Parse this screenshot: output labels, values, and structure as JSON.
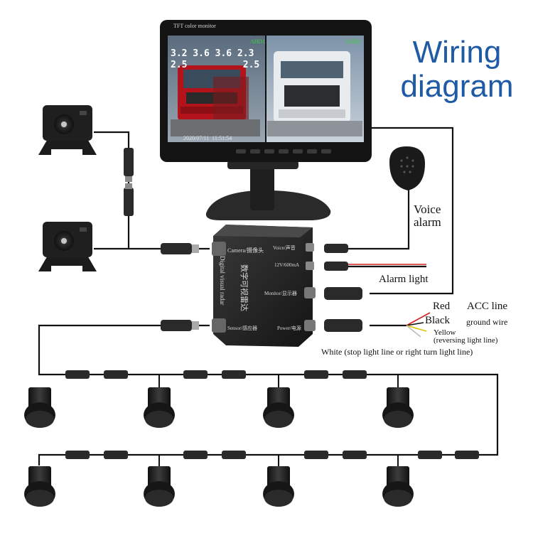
{
  "title_lines": [
    "Wiring",
    "diagram"
  ],
  "monitor": {
    "header": "TFT color monitor",
    "left_view_label": "AHD1",
    "right_view_label": "AHD2",
    "distance_row1": "3.2 3.6 3.6 2.3",
    "distance_row2": "2.5          2.5",
    "timestamp": "2020/07/11  11:51:54"
  },
  "radar_box": {
    "brand_cn": "数字可视雷达",
    "brand_en": "Digital visual radar",
    "camera_port": "Camera/摄像头",
    "voice_port": "Voice/声音",
    "power_spec": "12V/600mA",
    "monitor_port": "Monitor/显示器",
    "sensor_port": "Sensor/感应器",
    "power_port": "Power/电源"
  },
  "labels": {
    "voice_alarm_line1": "Voice",
    "voice_alarm_line2": "alarm",
    "alarm_light": "Alarm light",
    "red": "Red",
    "acc_line": "ACC line",
    "black": "Black",
    "ground_wire": "ground wire",
    "yellow": "Yellow",
    "reversing_light_line": "(reversing light line)",
    "white_line": "White (stop light line or right turn light line)"
  },
  "colors": {
    "title": "#1f5aa6",
    "wire": "#111111",
    "device": "#1c1c1c",
    "red_wire": "#d42020",
    "yellow_wire": "#e0c000"
  }
}
